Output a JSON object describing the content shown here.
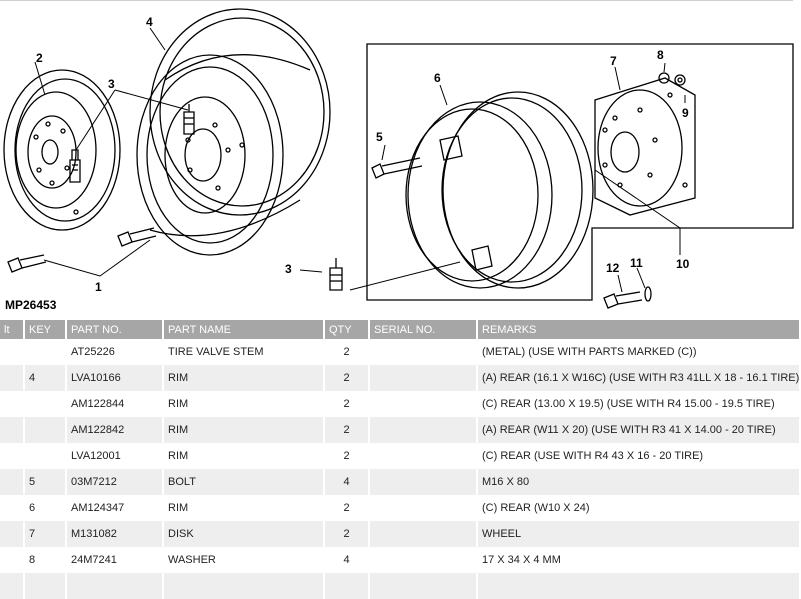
{
  "diagram": {
    "figure_id": "MP26453",
    "callouts": {
      "c1": "1",
      "c2": "2",
      "c3a": "3",
      "c3b": "3",
      "c4": "4",
      "c5": "5",
      "c6": "6",
      "c7": "7",
      "c8": "8",
      "c9": "9",
      "c10": "10",
      "c11": "11",
      "c12": "12"
    }
  },
  "table": {
    "headers": [
      "lt",
      "KEY",
      "PART NO.",
      "PART NAME",
      "QTY",
      "SERIAL NO.",
      "REMARKS"
    ],
    "rows": [
      {
        "key": "",
        "part_no": "AT25226",
        "part_name": "TIRE VALVE STEM",
        "qty": "2",
        "serial": "",
        "remarks": "(METAL) (USE WITH PARTS MARKED (C))"
      },
      {
        "key": "4",
        "part_no": "LVA10166",
        "part_name": "RIM",
        "qty": "2",
        "serial": "",
        "remarks": "(A) REAR (16.1 X W16C) (USE WITH R3 41LL X 18 - 16.1 TIRE)"
      },
      {
        "key": "",
        "part_no": "AM122844",
        "part_name": "RIM",
        "qty": "2",
        "serial": "",
        "remarks": "(C) REAR (13.00 X 19.5) (USE WITH R4 15.00 - 19.5 TIRE)"
      },
      {
        "key": "",
        "part_no": "AM122842",
        "part_name": "RIM",
        "qty": "2",
        "serial": "",
        "remarks": "(A) REAR (W11 X 20) (USE WITH R3 41 X 14.00 - 20 TIRE)"
      },
      {
        "key": "",
        "part_no": "LVA12001",
        "part_name": "RIM",
        "qty": "2",
        "serial": "",
        "remarks": "(C) REAR (USE WITH R4 43 X 16 - 20 TIRE)"
      },
      {
        "key": "5",
        "part_no": "03M7212",
        "part_name": "BOLT",
        "qty": "4",
        "serial": "",
        "remarks": "M16 X 80"
      },
      {
        "key": "6",
        "part_no": "AM124347",
        "part_name": "RIM",
        "qty": "2",
        "serial": "",
        "remarks": "(C) REAR (W10 X 24)"
      },
      {
        "key": "7",
        "part_no": "M131082",
        "part_name": "DISK",
        "qty": "2",
        "serial": "",
        "remarks": "WHEEL"
      },
      {
        "key": "8",
        "part_no": "24M7241",
        "part_name": "WASHER",
        "qty": "4",
        "serial": "",
        "remarks": "17 X 34 X 4 MM"
      },
      {
        "key": "",
        "part_no": "",
        "part_name": "",
        "qty": "",
        "serial": "",
        "remarks": ""
      }
    ]
  }
}
